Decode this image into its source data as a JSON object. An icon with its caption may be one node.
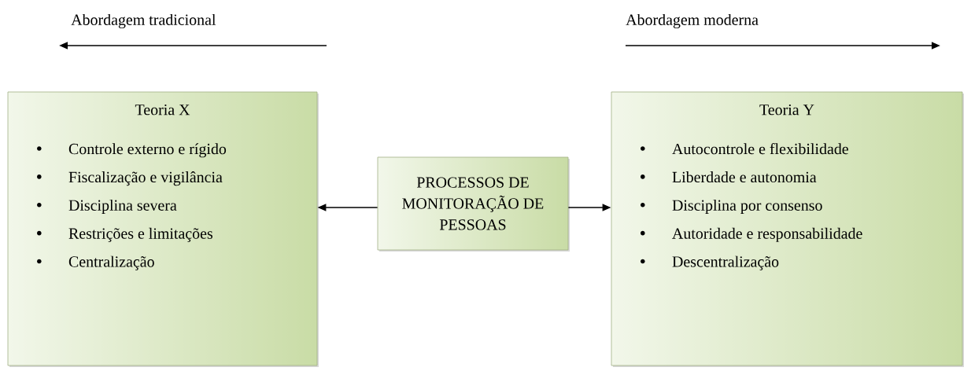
{
  "diagram": {
    "nodes": [
      {
        "text": [
          "Teoria X",
          "Controle externo e rígido",
          "Fiscalização e vigilância",
          "Disciplina severa",
          "Restrições e limitações",
          "Centralização"
        ]
      },
      {
        "text": [
          "PROCESSOS DE MONITORAÇÃO DE PESSOAS"
        ]
      },
      {
        "text": [
          "Teoria Y",
          "Autocontrole e flexibilidade",
          "Liberdade e autonomia",
          "Disciplina por consenso",
          "Autoridade e responsabilidade",
          "Descentralização"
        ]
      }
    ],
    "edges": [
      {
        "from": 1,
        "to": 0,
        "arrow": "to"
      },
      {
        "from": 1,
        "to": 2,
        "arrow": "to"
      }
    ],
    "labels": [
      "Abordagem tradicional",
      "Abordagem moderna"
    ]
  }
}
